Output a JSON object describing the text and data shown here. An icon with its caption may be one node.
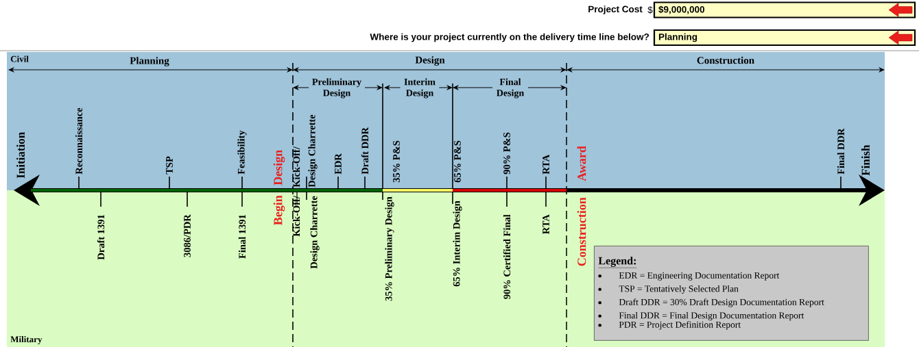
{
  "diagram": {
    "nodes": [
      {
        "text": [
          "$9,000,000"
        ]
      },
      {
        "text": [
          "Planning"
        ]
      },
      {
        "text": [
          "Legend:",
          "EDR = Engineering Documentation Report",
          "TSP = Tentatively Selected Plan",
          "Draft DDR = 30% Draft Design Documentation Report",
          "Final DDR = Final Design Documentation Report",
          "PDR = Project Definition Report"
        ]
      }
    ],
    "labels": [
      "Project Cost",
      "$",
      "Where is your project currently on the delivery time line below?",
      "Civil",
      "Planning",
      "Design",
      "Construction",
      "Preliminary Design",
      "Interim Design",
      "Final Design",
      "Initiation",
      "Reconnaissance",
      "TSP",
      "Feasibility",
      "Design",
      "Kick-Off/",
      "Design Charrette",
      "EDR",
      "Draft DDR",
      "35% P&S",
      "65% P&S",
      "90% P&S",
      "RTA",
      "Award",
      "Final DDR",
      "Finish",
      "Draft 1391",
      "3086/PDR",
      "Final 1391",
      "Begin",
      "Kick-Off/",
      "Design Charrette",
      "35% Preliminary Design",
      "65% Interim Design",
      "90% Certified Final",
      "RTA",
      "Construction",
      "Military"
    ]
  }
}
